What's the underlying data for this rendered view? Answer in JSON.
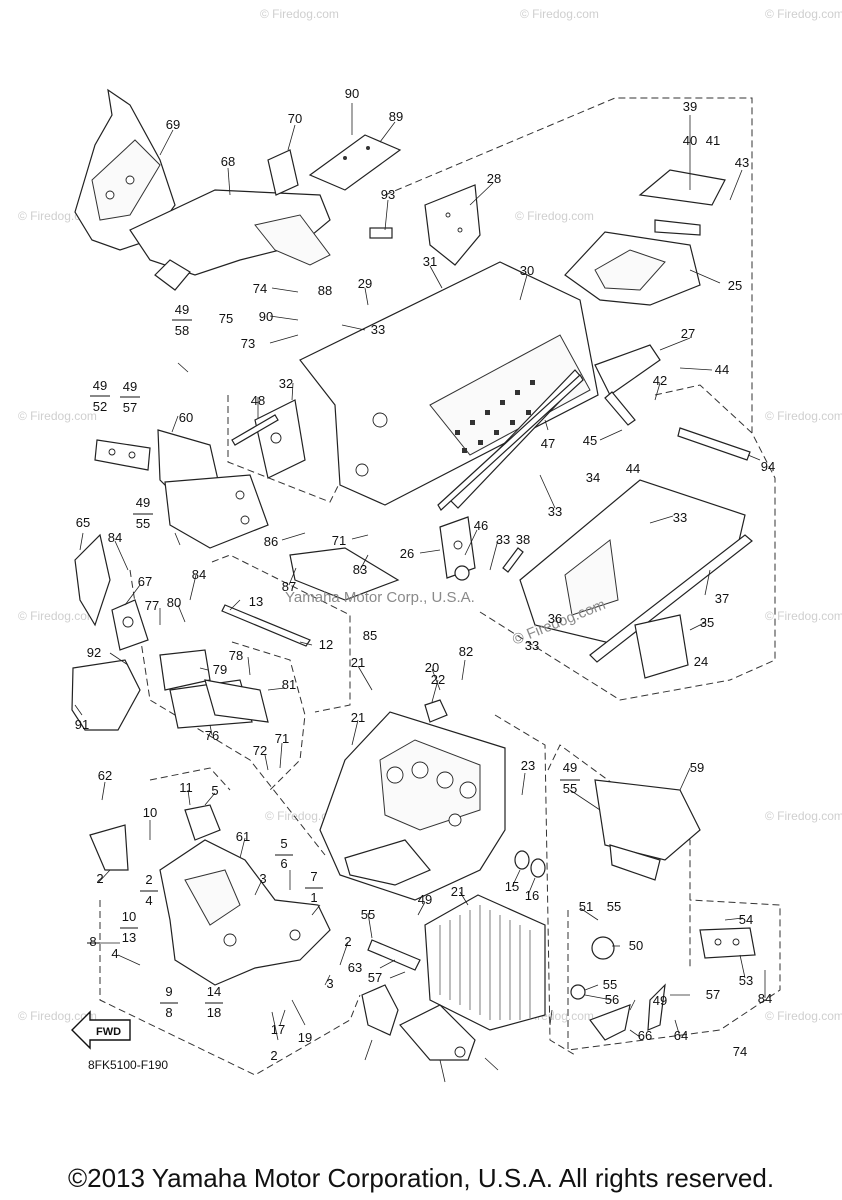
{
  "diagram": {
    "reference_code": "8FK5100-F190",
    "direction_label": "FWD",
    "copyright": "©2013 Yamaha Motor Corporation, U.S.A. All rights reserved.",
    "watermark_site": "© Firedog.com",
    "watermark_owner": "Yamaha Motor Corp., U.S.A.",
    "callouts": [
      "90",
      "89",
      "70",
      "69",
      "68",
      "93",
      "28",
      "39",
      "40",
      "41",
      "43",
      "25",
      "31",
      "30",
      "29",
      "88",
      "74",
      "90",
      "75",
      "33",
      "73",
      "49",
      "58",
      "27",
      "44",
      "42",
      "45",
      "44",
      "94",
      "47",
      "32",
      "48",
      "49",
      "52",
      "49",
      "57",
      "60",
      "49",
      "55",
      "33",
      "34",
      "33",
      "86",
      "71",
      "26",
      "46",
      "33",
      "38",
      "83",
      "87",
      "36",
      "37",
      "35",
      "33",
      "24",
      "65",
      "84",
      "67",
      "84",
      "77",
      "80",
      "13",
      "12",
      "85",
      "92",
      "79",
      "78",
      "81",
      "91",
      "76",
      "21",
      "20",
      "82",
      "22",
      "21",
      "72",
      "71",
      "23",
      "49",
      "55",
      "59",
      "62",
      "10",
      "11",
      "5",
      "61",
      "2",
      "3",
      "5",
      "6",
      "2",
      "4",
      "7",
      "1",
      "10",
      "13",
      "8",
      "4",
      "2",
      "3",
      "2",
      "9",
      "8",
      "14",
      "18",
      "19",
      "17",
      "21",
      "15",
      "16",
      "55",
      "49",
      "63",
      "57",
      "51",
      "55",
      "50",
      "54",
      "53",
      "55",
      "56",
      "57",
      "49",
      "66",
      "64",
      "84",
      "74"
    ]
  }
}
